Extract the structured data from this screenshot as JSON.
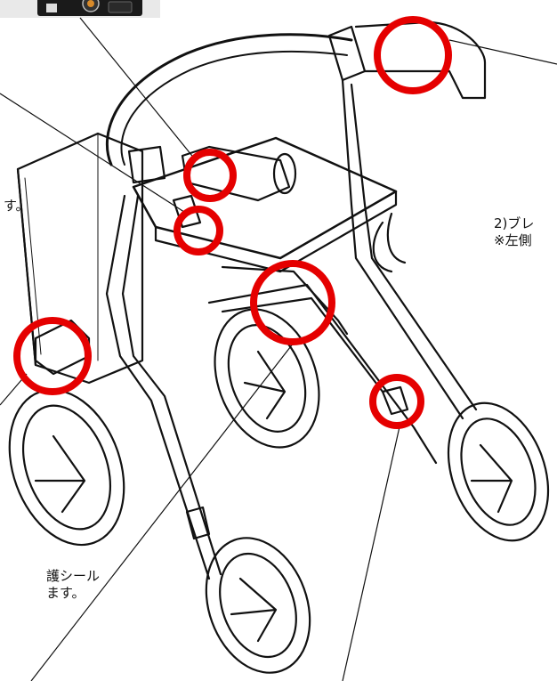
{
  "labels": {
    "hidden_top": "す。",
    "brake_line1": "2)ブレ",
    "brake_line2": "※左側",
    "seal_line1": "護シール",
    "seal_line2": "ます。"
  },
  "colors": {
    "line": "#111111",
    "highlight_circle": "#e50000",
    "background": "#ffffff"
  }
}
